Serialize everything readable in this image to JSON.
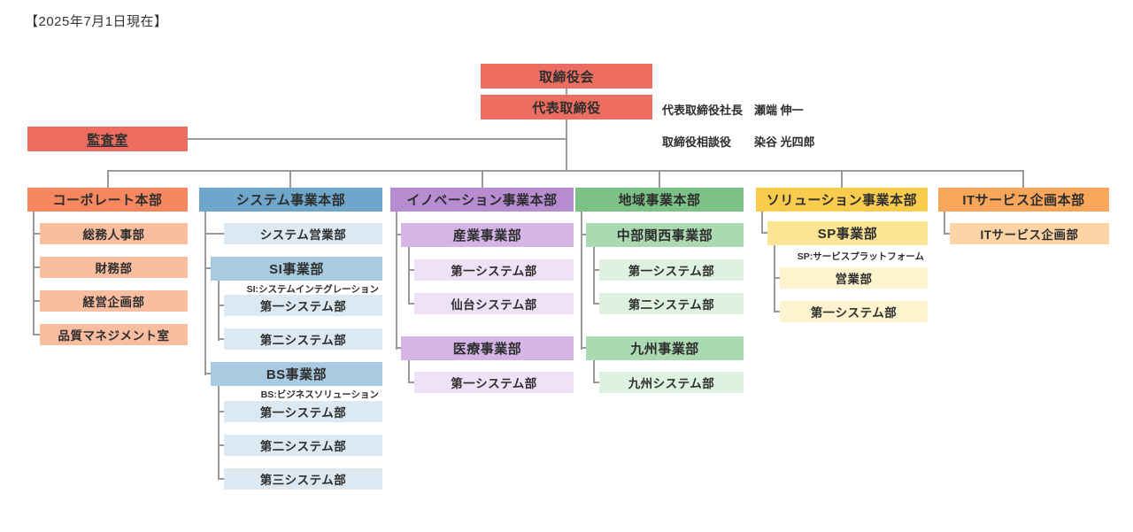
{
  "title": "【2025年7月1日現在】",
  "top": {
    "board": "取締役会",
    "representative": "代表取締役",
    "audit": "監査室",
    "executives": [
      {
        "role": "代表取締役社長",
        "name": "瀬端 伸一"
      },
      {
        "role": "取締役相談役",
        "name": "染谷 光四郎"
      }
    ]
  },
  "divisions": [
    {
      "label": "コーポレート本部",
      "children": [
        {
          "label": "総務人事部"
        },
        {
          "label": "財務部"
        },
        {
          "label": "経営企画部"
        },
        {
          "label": "品質マネジメント室"
        }
      ]
    },
    {
      "label": "システム事業本部",
      "children": [
        {
          "label": "システム営業部"
        },
        {
          "label": "SI事業部",
          "caption": "SI:システムインテグレーション",
          "children": [
            {
              "label": "第一システム部"
            },
            {
              "label": "第二システム部"
            }
          ]
        },
        {
          "label": "BS事業部",
          "caption": "BS:ビジネスソリューション",
          "children": [
            {
              "label": "第一システム部"
            },
            {
              "label": "第二システム部"
            },
            {
              "label": "第三システム部"
            }
          ]
        }
      ]
    },
    {
      "label": "イノベーション事業本部",
      "children": [
        {
          "label": "産業事業部",
          "children": [
            {
              "label": "第一システム部"
            },
            {
              "label": "仙台システム部"
            }
          ]
        },
        {
          "label": "医療事業部",
          "children": [
            {
              "label": "第一システム部"
            }
          ]
        }
      ]
    },
    {
      "label": "地域事業本部",
      "children": [
        {
          "label": "中部関西事業部",
          "children": [
            {
              "label": "第一システム部"
            },
            {
              "label": "第二システム部"
            }
          ]
        },
        {
          "label": "九州事業部",
          "children": [
            {
              "label": "九州システム部"
            }
          ]
        }
      ]
    },
    {
      "label": "ソリューション事業本部",
      "children": [
        {
          "label": "SP事業部",
          "caption": "SP:サービスプラットフォーム",
          "children": [
            {
              "label": "営業部"
            },
            {
              "label": "第一システム部"
            }
          ]
        }
      ]
    },
    {
      "label": "ITサービス企画本部",
      "children": [
        {
          "label": "ITサービス企画部"
        }
      ]
    }
  ],
  "colors": {
    "board_red": "#ED6D60",
    "corporate_header": "#F6875F",
    "corporate_leaf": "#F9BDA0",
    "system_header": "#6FA7CC",
    "system_mid": "#A9CBE2",
    "system_leaf": "#DCE9F3",
    "innovation_header": "#B78CD1",
    "innovation_mid": "#D4B5E5",
    "innovation_leaf": "#EEE2F6",
    "regional_header": "#7CC287",
    "regional_mid": "#ABDAB2",
    "regional_leaf": "#DFF1E1",
    "solution_header": "#FACC4D",
    "solution_mid": "#FBE494",
    "solution_leaf": "#FDF4CF",
    "itservice_header": "#F8A75A",
    "itservice_leaf": "#FCD4A5",
    "connector": "#999999"
  }
}
